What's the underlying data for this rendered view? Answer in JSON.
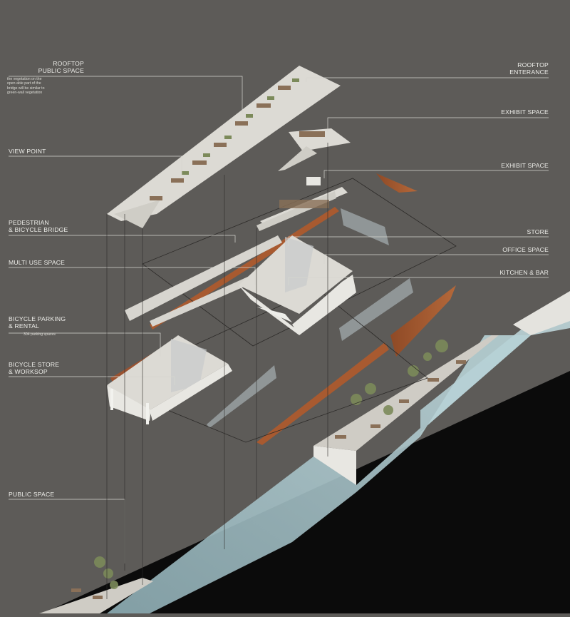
{
  "labels_left": {
    "rooftop_public_space": "ROOFTOP\nPUBLIC SPACE",
    "rooftop_note": "the vegetation on the\nopen able part of the\nbridge will be similar to\ngreen-wall vegetation",
    "view_point": "VIEW POINT",
    "pedestrian_bridge": "PEDESTRIAN\n& BICYCLE BRIDGE",
    "multi_use_space": "MULTI USE SPACE",
    "bicycle_parking": "BICYCLE PARKING\n& RENTAL",
    "parking_note": "304 parking spaces",
    "bicycle_store": "BICYCLE STORE\n& WORKSOP",
    "public_space": "PUBLIC SPACE"
  },
  "labels_right": {
    "rooftop_entrance": "ROOFTOP\nENTERANCE",
    "exhibit_space_1": "EXHIBIT SPACE",
    "exhibit_space_2": "EXHIBIT SPACE",
    "store": "STORE",
    "office_space": "OFFICE SPACE",
    "kitchen_bar": "KITCHEN & BAR"
  },
  "colors": {
    "background": "#5d5b58",
    "label_text": "#eeeeea",
    "leader_line": "#d6d6d0",
    "concrete": "#dcdad4",
    "rust": "#a85a30",
    "water": "#a9c6cc",
    "glass": "#b9c6cc",
    "section_black": "#0b0b0b",
    "planter": "#8a7058",
    "vegetation": "#7c8a5a"
  }
}
